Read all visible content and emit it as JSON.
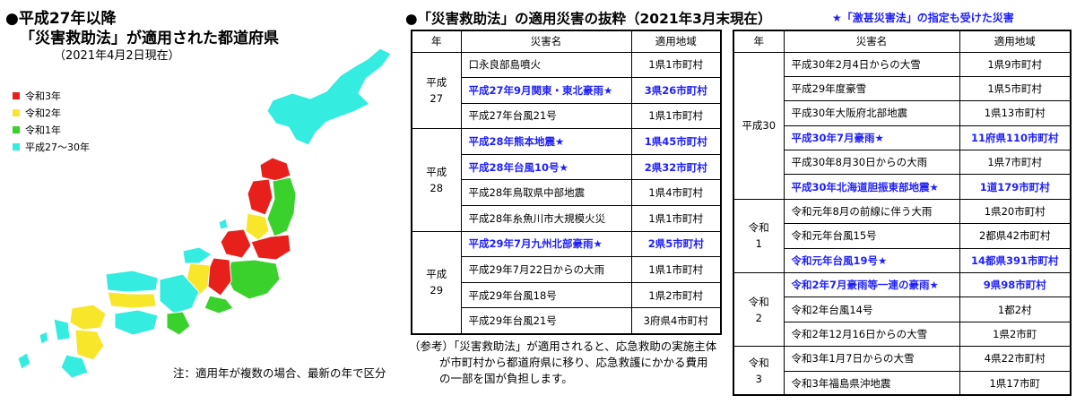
{
  "left": {
    "title_line1": "●平成27年以降",
    "title_line2": "「災害救助法」が適用された都道府県",
    "title_line3": "（2021年4月2日現在）",
    "legend": [
      {
        "label": "令和3年",
        "color": "#e8201c"
      },
      {
        "label": "令和2年",
        "color": "#f7e62a"
      },
      {
        "label": "令和1年",
        "color": "#3bd12d"
      },
      {
        "label": "平成27～30年",
        "color": "#34ece0"
      }
    ],
    "note": "注：適用年が複数の場合、最新の年で区分"
  },
  "right": {
    "title": "●「災害救助法」の適用災害の抜粋（2021年3月末現在）",
    "note": "★「激甚災害法」の指定も受けた災害",
    "headers": {
      "era": "年",
      "name": "災害名",
      "area": "適用地域"
    },
    "table_left": [
      {
        "era": "平成\n27",
        "rows": [
          {
            "name": "口永良部島噴火",
            "area": "1県1市町村",
            "hl": false
          },
          {
            "name": "平成27年9月関東・東北豪雨★",
            "area": "3県26市町村",
            "hl": true
          },
          {
            "name": "平成27年台風21号",
            "area": "1県1市町村",
            "hl": false
          }
        ]
      },
      {
        "era": "平成\n28",
        "rows": [
          {
            "name": "平成28年熊本地震★",
            "area": "1県45市町村",
            "hl": true
          },
          {
            "name": "平成28年台風10号★",
            "area": "2県32市町村",
            "hl": true
          },
          {
            "name": "平成28年鳥取県中部地震",
            "area": "1県4市町村",
            "hl": false
          },
          {
            "name": "平成28年糸魚川市大規模火災",
            "area": "1県1市町村",
            "hl": false
          }
        ]
      },
      {
        "era": "平成\n29",
        "rows": [
          {
            "name": "平成29年7月九州北部豪雨★",
            "area": "2県5市町村",
            "hl": true
          },
          {
            "name": "平成29年7月22日からの大雨",
            "area": "1県1市町村",
            "hl": false
          },
          {
            "name": "平成29年台風18号",
            "area": "1県2市町村",
            "hl": false
          },
          {
            "name": "平成29年台風21号",
            "area": "3府県4市町村",
            "hl": false
          }
        ]
      }
    ],
    "table_right": [
      {
        "era": "平成30",
        "rows": [
          {
            "name": "平成30年2月4日からの大雪",
            "area": "1県9市町村",
            "hl": false
          },
          {
            "name": "平成29年度豪雪",
            "area": "1県5市町村",
            "hl": false
          },
          {
            "name": "平成30年大阪府北部地震",
            "area": "1県13市町村",
            "hl": false
          },
          {
            "name": "平成30年7月豪雨★",
            "area": "11府県110市町村",
            "hl": true
          },
          {
            "name": "平成30年8月30日からの大雨",
            "area": "1県7市町村",
            "hl": false
          },
          {
            "name": "平成30年北海道胆振東部地震★",
            "area": "1道179市町村",
            "hl": true
          }
        ]
      },
      {
        "era": "令和\n1",
        "rows": [
          {
            "name": "令和元年8月の前線に伴う大雨",
            "area": "1県20市町村",
            "hl": false
          },
          {
            "name": "令和元年台風15号",
            "area": "2都県42市町村",
            "hl": false
          },
          {
            "name": "令和元年台風19号★",
            "area": "14都県391市町村",
            "hl": true
          }
        ]
      },
      {
        "era": "令和\n2",
        "rows": [
          {
            "name": "令和2年7月豪雨等一連の豪雨★",
            "area": "9県98市町村",
            "hl": true
          },
          {
            "name": "令和2年台風14号",
            "area": "1都2村",
            "hl": false
          },
          {
            "name": "令和2年12月16日からの大雪",
            "area": "1県2市町",
            "hl": false
          }
        ]
      },
      {
        "era": "令和\n3",
        "rows": [
          {
            "name": "令和3年1月7日からの大雪",
            "area": "4県22市町村",
            "hl": false
          },
          {
            "name": "令和3年福島県沖地震",
            "area": "1県17市町",
            "hl": false
          }
        ]
      }
    ],
    "reference_line1": "（参考）「災害救助法」が適用されると、応急救助の実施主体",
    "reference_line2": "が市町村から都道府県に移り、応急救護にかかる費用",
    "reference_line3": "の一部を国が負担します。"
  }
}
